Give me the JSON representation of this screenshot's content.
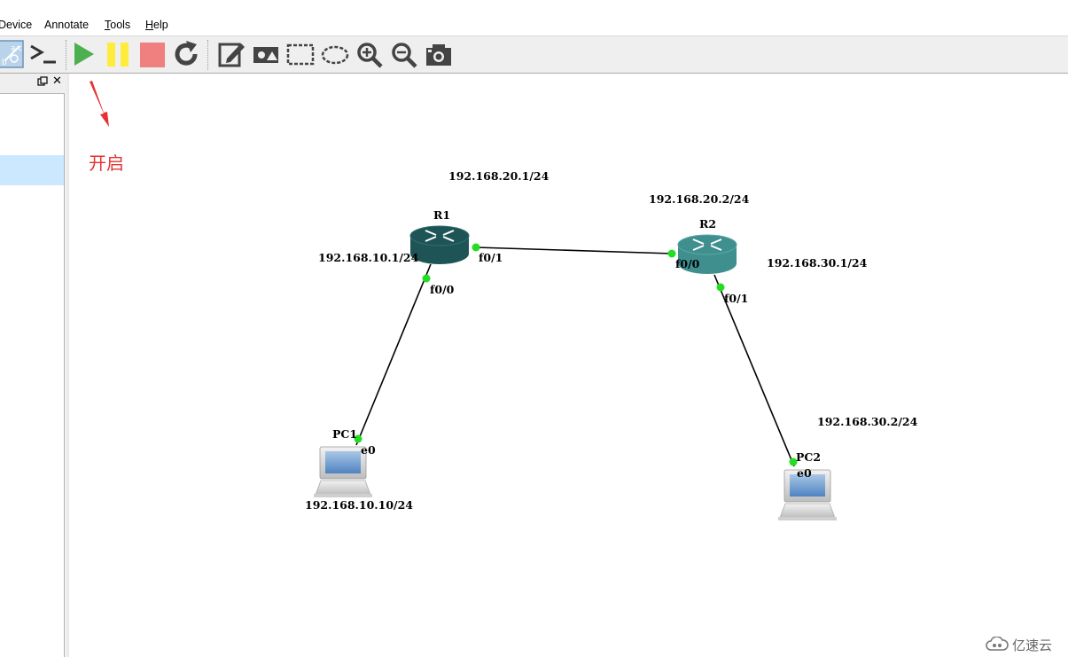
{
  "menu": {
    "items": [
      "Device",
      "Annotate",
      "Tools",
      "Help"
    ],
    "underline_letter": [
      "",
      "",
      "T",
      "H"
    ]
  },
  "toolbar": {
    "buttons": [
      "show-interface-labels-icon",
      "console-icon",
      "start-icon",
      "suspend-icon",
      "stop-icon",
      "reload-icon",
      "add-note-icon",
      "insert-image-icon",
      "draw-rectangle-icon",
      "draw-ellipse-icon",
      "zoom-in-icon",
      "zoom-out-icon",
      "screenshot-icon"
    ]
  },
  "dock": {
    "float_icon": "float-icon",
    "close_label": "✕"
  },
  "annotation": {
    "text": "开启",
    "color": "#e53333"
  },
  "topology": {
    "routers": [
      {
        "name": "R1",
        "color": "#1e5455"
      },
      {
        "name": "R2",
        "color": "#3f8f8f"
      }
    ],
    "pcs": [
      {
        "name": "PC1"
      },
      {
        "name": "PC2"
      }
    ],
    "ip_labels": [
      "192.168.20.1/24",
      "192.168.20.2/24",
      "192.168.10.1/24",
      "192.168.30.1/24",
      "192.168.30.2/24",
      "192.168.10.10/24"
    ],
    "port_labels": [
      "f0/1",
      "f0/0",
      "f0/0",
      "f0/1",
      "e0",
      "e0"
    ],
    "link_up_color": "#22dd22"
  },
  "watermark": {
    "text": "亿速云"
  },
  "colors": {
    "start": "#4caf50",
    "suspend": "#ffeb3b",
    "stop": "#f08080",
    "dock_selected": "#cce8ff"
  }
}
